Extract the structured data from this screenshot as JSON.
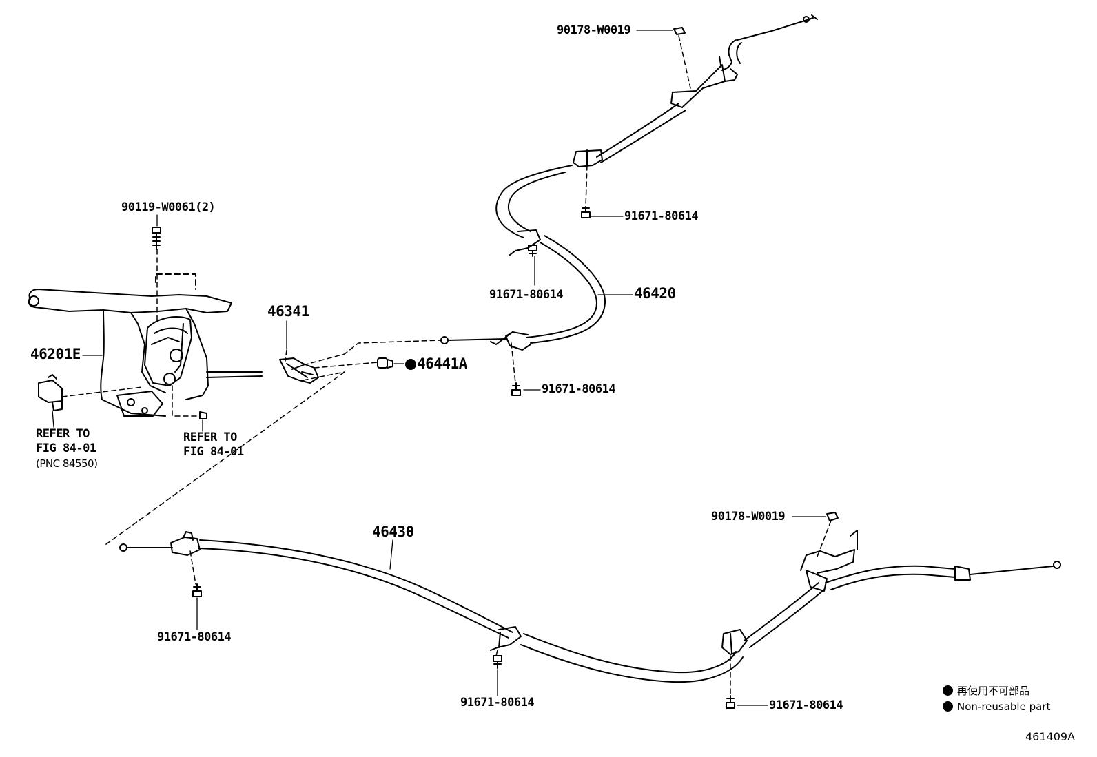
{
  "labels": {
    "nut_top": "90178-W0019",
    "bolt_lever": "90119-W0061(2)",
    "bolt_upper_clamp": "91671-80614",
    "bolt_mid_clamp": "91671-80614",
    "cable_right": "46420",
    "lever_assembly": "46201E",
    "equalizer": "46341",
    "bolt_equalizer_clamp": "91671-80614",
    "nut_equalizer": "46441A",
    "refer_left_line1": "REFER TO",
    "refer_left_line2": "FIG 84-01",
    "refer_left_line3": "(PNC 84550)",
    "refer_mid_line1": "REFER TO",
    "refer_mid_line2": "FIG 84-01",
    "nut_bottom": "90178-W0019",
    "cable_left": "46430",
    "bolt_bottom_left": "91671-80614",
    "bolt_bottom_mid": "91671-80614",
    "bolt_bottom_right": "91671-80614"
  },
  "legend": {
    "japanese": "再使用不可部品",
    "english": "Non-reusable part"
  },
  "figure_id": "461409A"
}
